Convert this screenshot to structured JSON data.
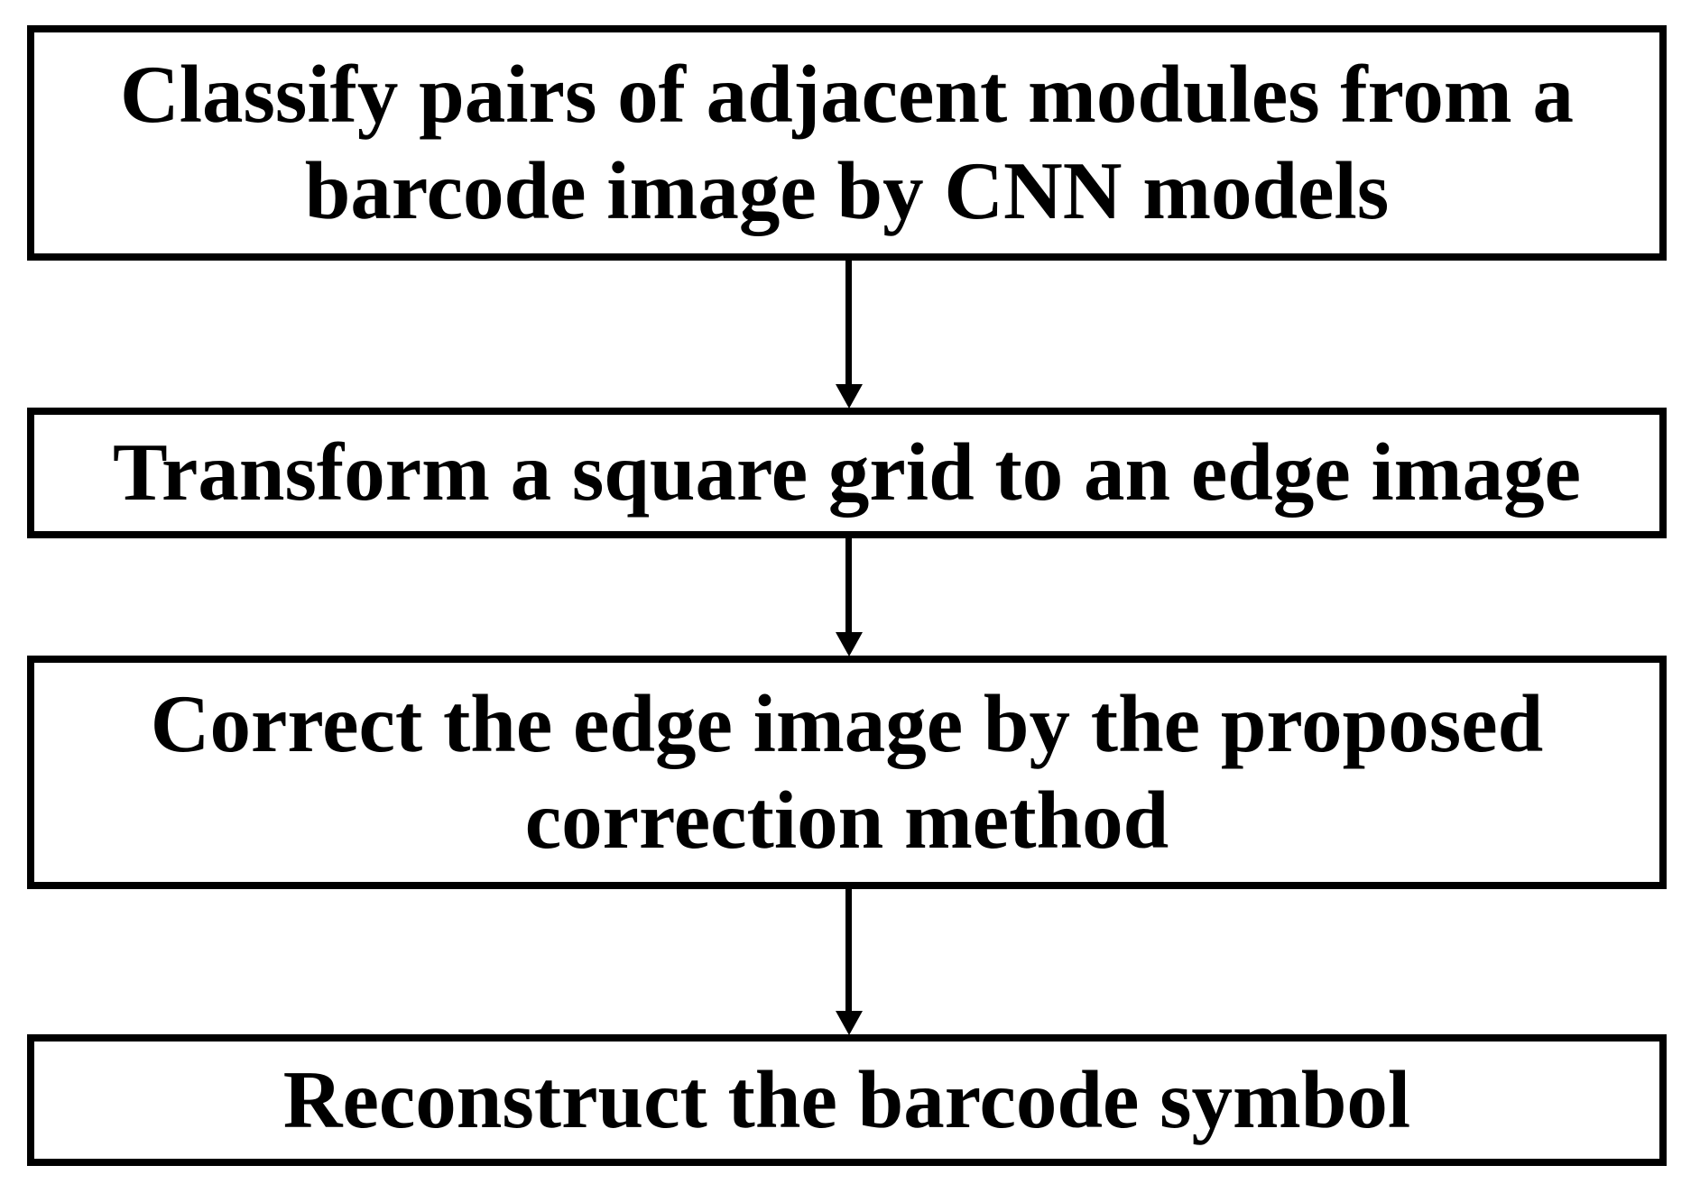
{
  "diagram": {
    "type": "flowchart",
    "direction": "top-down",
    "colors": {
      "background": "#ffffff",
      "box_fill": "#ffffff",
      "box_border": "#000000",
      "text": "#000000",
      "arrow": "#000000"
    },
    "steps": [
      {
        "id": 1,
        "label": "Classify pairs of adjacent modules from a barcode image by CNN models"
      },
      {
        "id": 2,
        "label": "Transform a square grid to an edge image"
      },
      {
        "id": 3,
        "label": "Correct the edge image by the proposed correction method"
      },
      {
        "id": 4,
        "label": "Reconstruct the barcode symbol"
      }
    ],
    "connections": [
      {
        "from": 1,
        "to": 2,
        "style": "arrow-down"
      },
      {
        "from": 2,
        "to": 3,
        "style": "arrow-down"
      },
      {
        "from": 3,
        "to": 4,
        "style": "arrow-down"
      }
    ]
  }
}
